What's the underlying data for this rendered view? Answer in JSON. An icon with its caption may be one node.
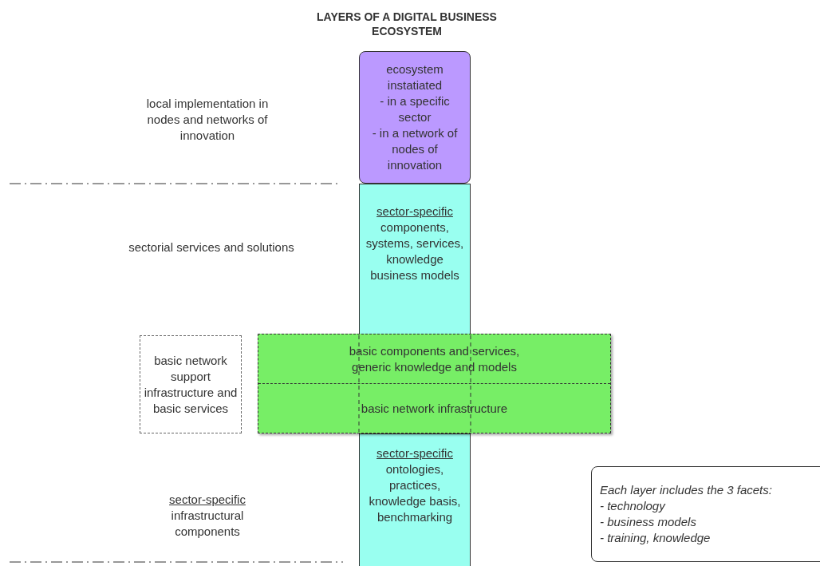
{
  "diagram": {
    "title": "LAYERS OF A DIGITAL BUSINESS ECOSYSTEM",
    "nodes": [
      {
        "text": [
          "ecosystem instatiated",
          "- in a specific sector",
          "- in a network of nodes of innovation"
        ]
      },
      {
        "text": [
          "sector-specific",
          "components, systems, services, knowledge business models"
        ]
      },
      {
        "text": [
          "basic components and services, generic knowledge and models",
          "basic network infrastructure"
        ]
      },
      {
        "text": [
          "sector-specific",
          "ontologies, practices, knowledge basis, benchmarking"
        ]
      },
      {
        "text": [
          "basic network support infrastructure and basic services"
        ]
      },
      {
        "text": [
          "Each layer includes the 3 facets:",
          "- technology",
          "- business models",
          "- training, knowledge"
        ]
      }
    ],
    "edges": [],
    "labels": [
      "local implementation in nodes and networks of innovation",
      "sectorial services and solutions",
      "sector-specific",
      "infrastructural components"
    ]
  }
}
